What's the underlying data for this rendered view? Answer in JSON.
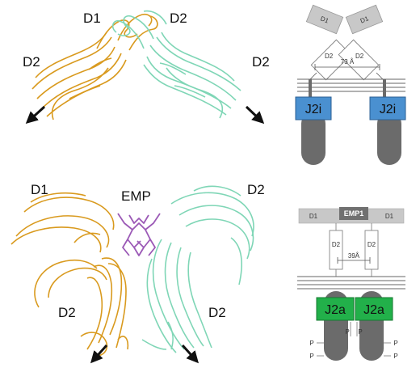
{
  "top_panel": {
    "labels": {
      "d1_left": "D1",
      "d2_top": "D2",
      "d2_left": "D2",
      "d2_right": "D2"
    },
    "schematic": {
      "d1_a": "D1",
      "d1_b": "D1",
      "d2_a": "D2",
      "d2_b": "D2",
      "distance": "73 Å",
      "kinase_left": "J2i",
      "kinase_right": "J2i"
    },
    "colors": {
      "left_chain": "#d99a1e",
      "right_chain": "#7fd6b6",
      "kinase": "#4a90d0"
    }
  },
  "bottom_panel": {
    "labels": {
      "d1": "D1",
      "d2_top": "D2",
      "emp": "EMP",
      "d2_left": "D2",
      "d2_right": "D2"
    },
    "schematic": {
      "d1_a": "D1",
      "emp1": "EMP1",
      "d1_b": "D1",
      "d2_a": "D2",
      "d2_b": "D2",
      "distance": "39Å",
      "kinase_left": "J2a",
      "kinase_right": "J2a",
      "phospho": "P"
    },
    "colors": {
      "left_chain": "#d99a1e",
      "right_chain": "#7fd6b6",
      "emp": "#9b59b6",
      "kinase": "#22b04a"
    }
  }
}
